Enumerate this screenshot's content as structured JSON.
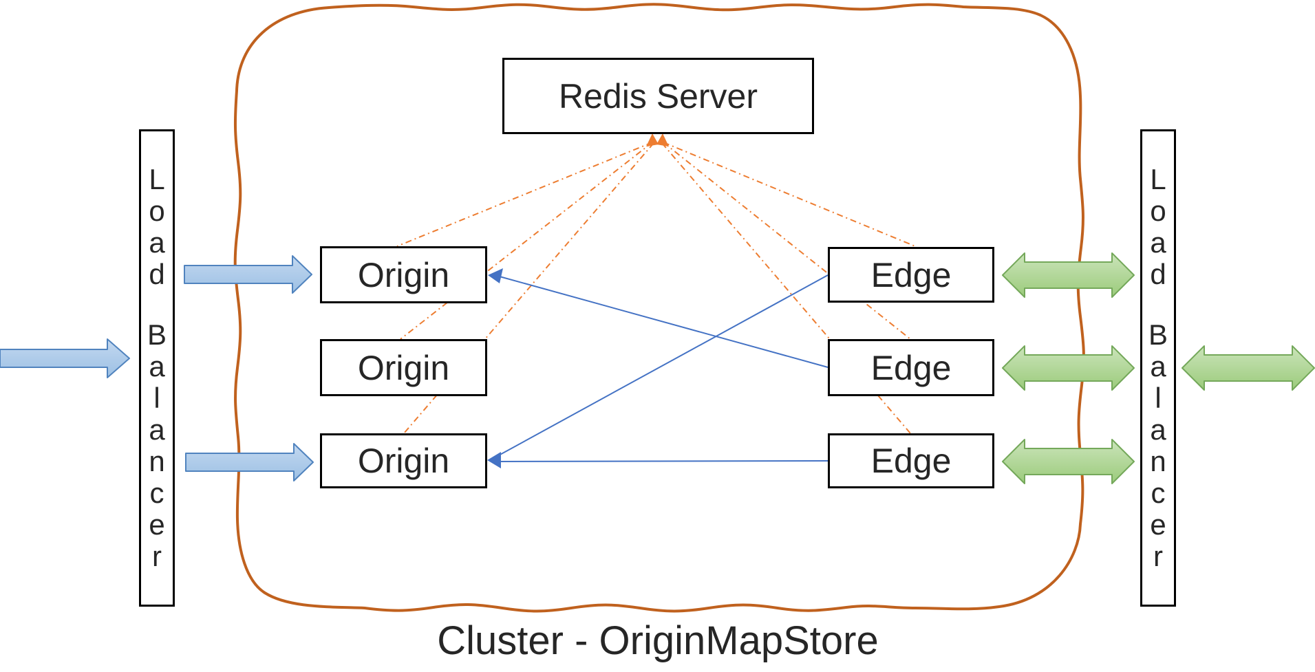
{
  "diagram": {
    "cluster_label": "Cluster - OriginMapStore",
    "redis": {
      "label": "Redis Server"
    },
    "origins": [
      "Origin",
      "Origin",
      "Origin"
    ],
    "edges": [
      "Edge",
      "Edge",
      "Edge"
    ],
    "load_balancer_left": {
      "label": "Load Balancer",
      "word1": "Load",
      "word2": "Balancer"
    },
    "load_balancer_right": {
      "label": "Load Balancer",
      "word1": "Load",
      "word2": "Balancer"
    },
    "connections": {
      "redis_links": "Redis Server linked to all Origin and Edge nodes with orange dash-dot lines, arrows pointing into Redis",
      "blue_connectors": [
        "Edge 2 to Origin 1",
        "Edge 1 to Origin 3",
        "Edge 3 to Origin 3"
      ],
      "blue_block_arrows": [
        "external into left Load Balancer",
        "left Load Balancer into Origin 1",
        "left Load Balancer into Origin 3"
      ],
      "green_double_arrows": [
        "Edge 1 to right Load Balancer",
        "Edge 2 to right Load Balancer",
        "Edge 3 to right Load Balancer",
        "right Load Balancer to external"
      ]
    }
  },
  "colors": {
    "cluster_border": "#C0611E",
    "dashed_link": "#ED7D31",
    "redis_arrowhead": "#ED7D31",
    "blue_arrow_fill_light": "#C3D8F0",
    "blue_arrow_fill_dark": "#9CC0E4",
    "blue_arrow_stroke": "#5083BE",
    "green_arrow_fill_light": "#CBE4BA",
    "green_arrow_fill_dark": "#9BCB7B",
    "green_arrow_stroke": "#74A85A",
    "connector_blue": "#4472C4",
    "box_border": "#000000",
    "box_fill": "#FFFFFF",
    "text": "#262626"
  }
}
